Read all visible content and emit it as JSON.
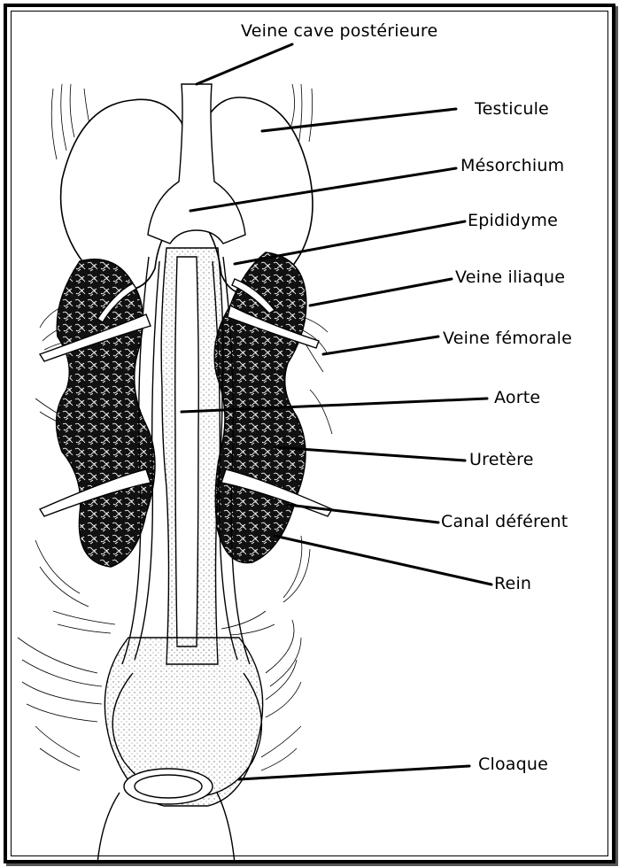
{
  "labels": {
    "veine_cave": "Veine cave postérieure",
    "testicule": "Testicule",
    "mesorchium": "Mésorchium",
    "epididyme": "Epididyme",
    "veine_iliaque": "Veine iliaque",
    "veine_femorale": "Veine fémorale",
    "aorte": "Aorte",
    "uretere": "Uretère",
    "canal_deferent": "Canal déférent",
    "rein": "Rein",
    "cloaque": "Cloaque"
  },
  "colors": {
    "ink": "#000000",
    "paper": "#ffffff"
  }
}
